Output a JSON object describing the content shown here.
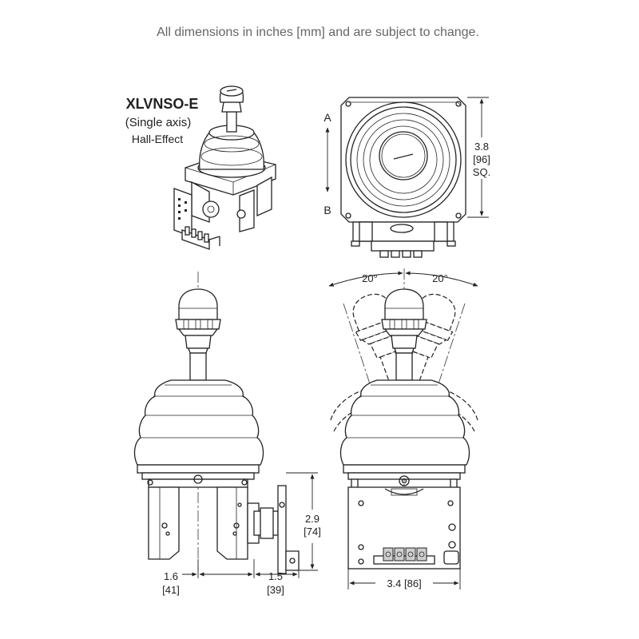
{
  "header": {
    "note": "All dimensions in inches [mm] and are subject to change."
  },
  "product": {
    "model": "XLVNSO-E",
    "axis": "(Single axis)",
    "sensor": "Hall-Effect"
  },
  "top_view": {
    "direction_a": "A",
    "direction_b": "B",
    "size_in": "3.8",
    "size_mm": "[96]",
    "size_sq": "SQ."
  },
  "side_view": {
    "height_in": "2.9",
    "height_mm": "[74]",
    "width_in": "1.6",
    "width_mm": "[41]",
    "offset_in": "1.5",
    "offset_mm": "[39]"
  },
  "front_view": {
    "angle_left": "20°",
    "angle_right": "20°",
    "width_label": "3.4 [86]"
  }
}
